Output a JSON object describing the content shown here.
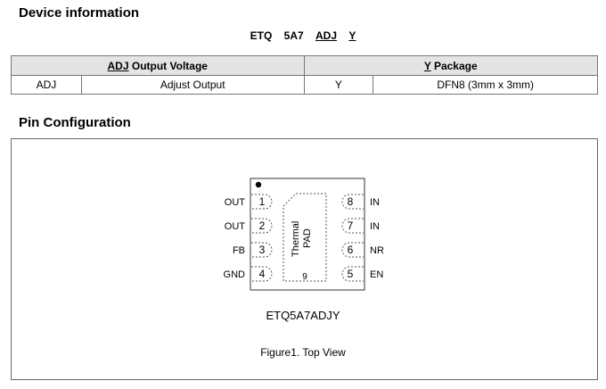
{
  "sections": {
    "device_info_title": "Device information",
    "pin_config_title": "Pin Configuration"
  },
  "order_code": {
    "prefix": "ETQ",
    "current": "5A7",
    "voltage": "ADJ",
    "package": "Y"
  },
  "info_table": {
    "headers": [
      {
        "code": "ADJ",
        "label": " Output Voltage"
      },
      {
        "code": "Y",
        "label": " Package"
      }
    ],
    "row": [
      "ADJ",
      "Adjust Output",
      "Y",
      "DFN8 (3mm x 3mm)"
    ]
  },
  "package": {
    "left_pins": [
      {
        "number": "1",
        "name": "OUT"
      },
      {
        "number": "2",
        "name": "OUT"
      },
      {
        "number": "3",
        "name": "FB"
      },
      {
        "number": "4",
        "name": "GND"
      }
    ],
    "right_pins": [
      {
        "number": "8",
        "name": "IN"
      },
      {
        "number": "7",
        "name": "IN"
      },
      {
        "number": "6",
        "name": "NR"
      },
      {
        "number": "5",
        "name": "EN"
      }
    ],
    "thermal_pad_line1": "Thermal",
    "thermal_pad_line2": "PAD",
    "thermal_pad_number": "9"
  },
  "part_name": "ETQ5A7ADJY",
  "figure_caption": "Figure1. Top View"
}
